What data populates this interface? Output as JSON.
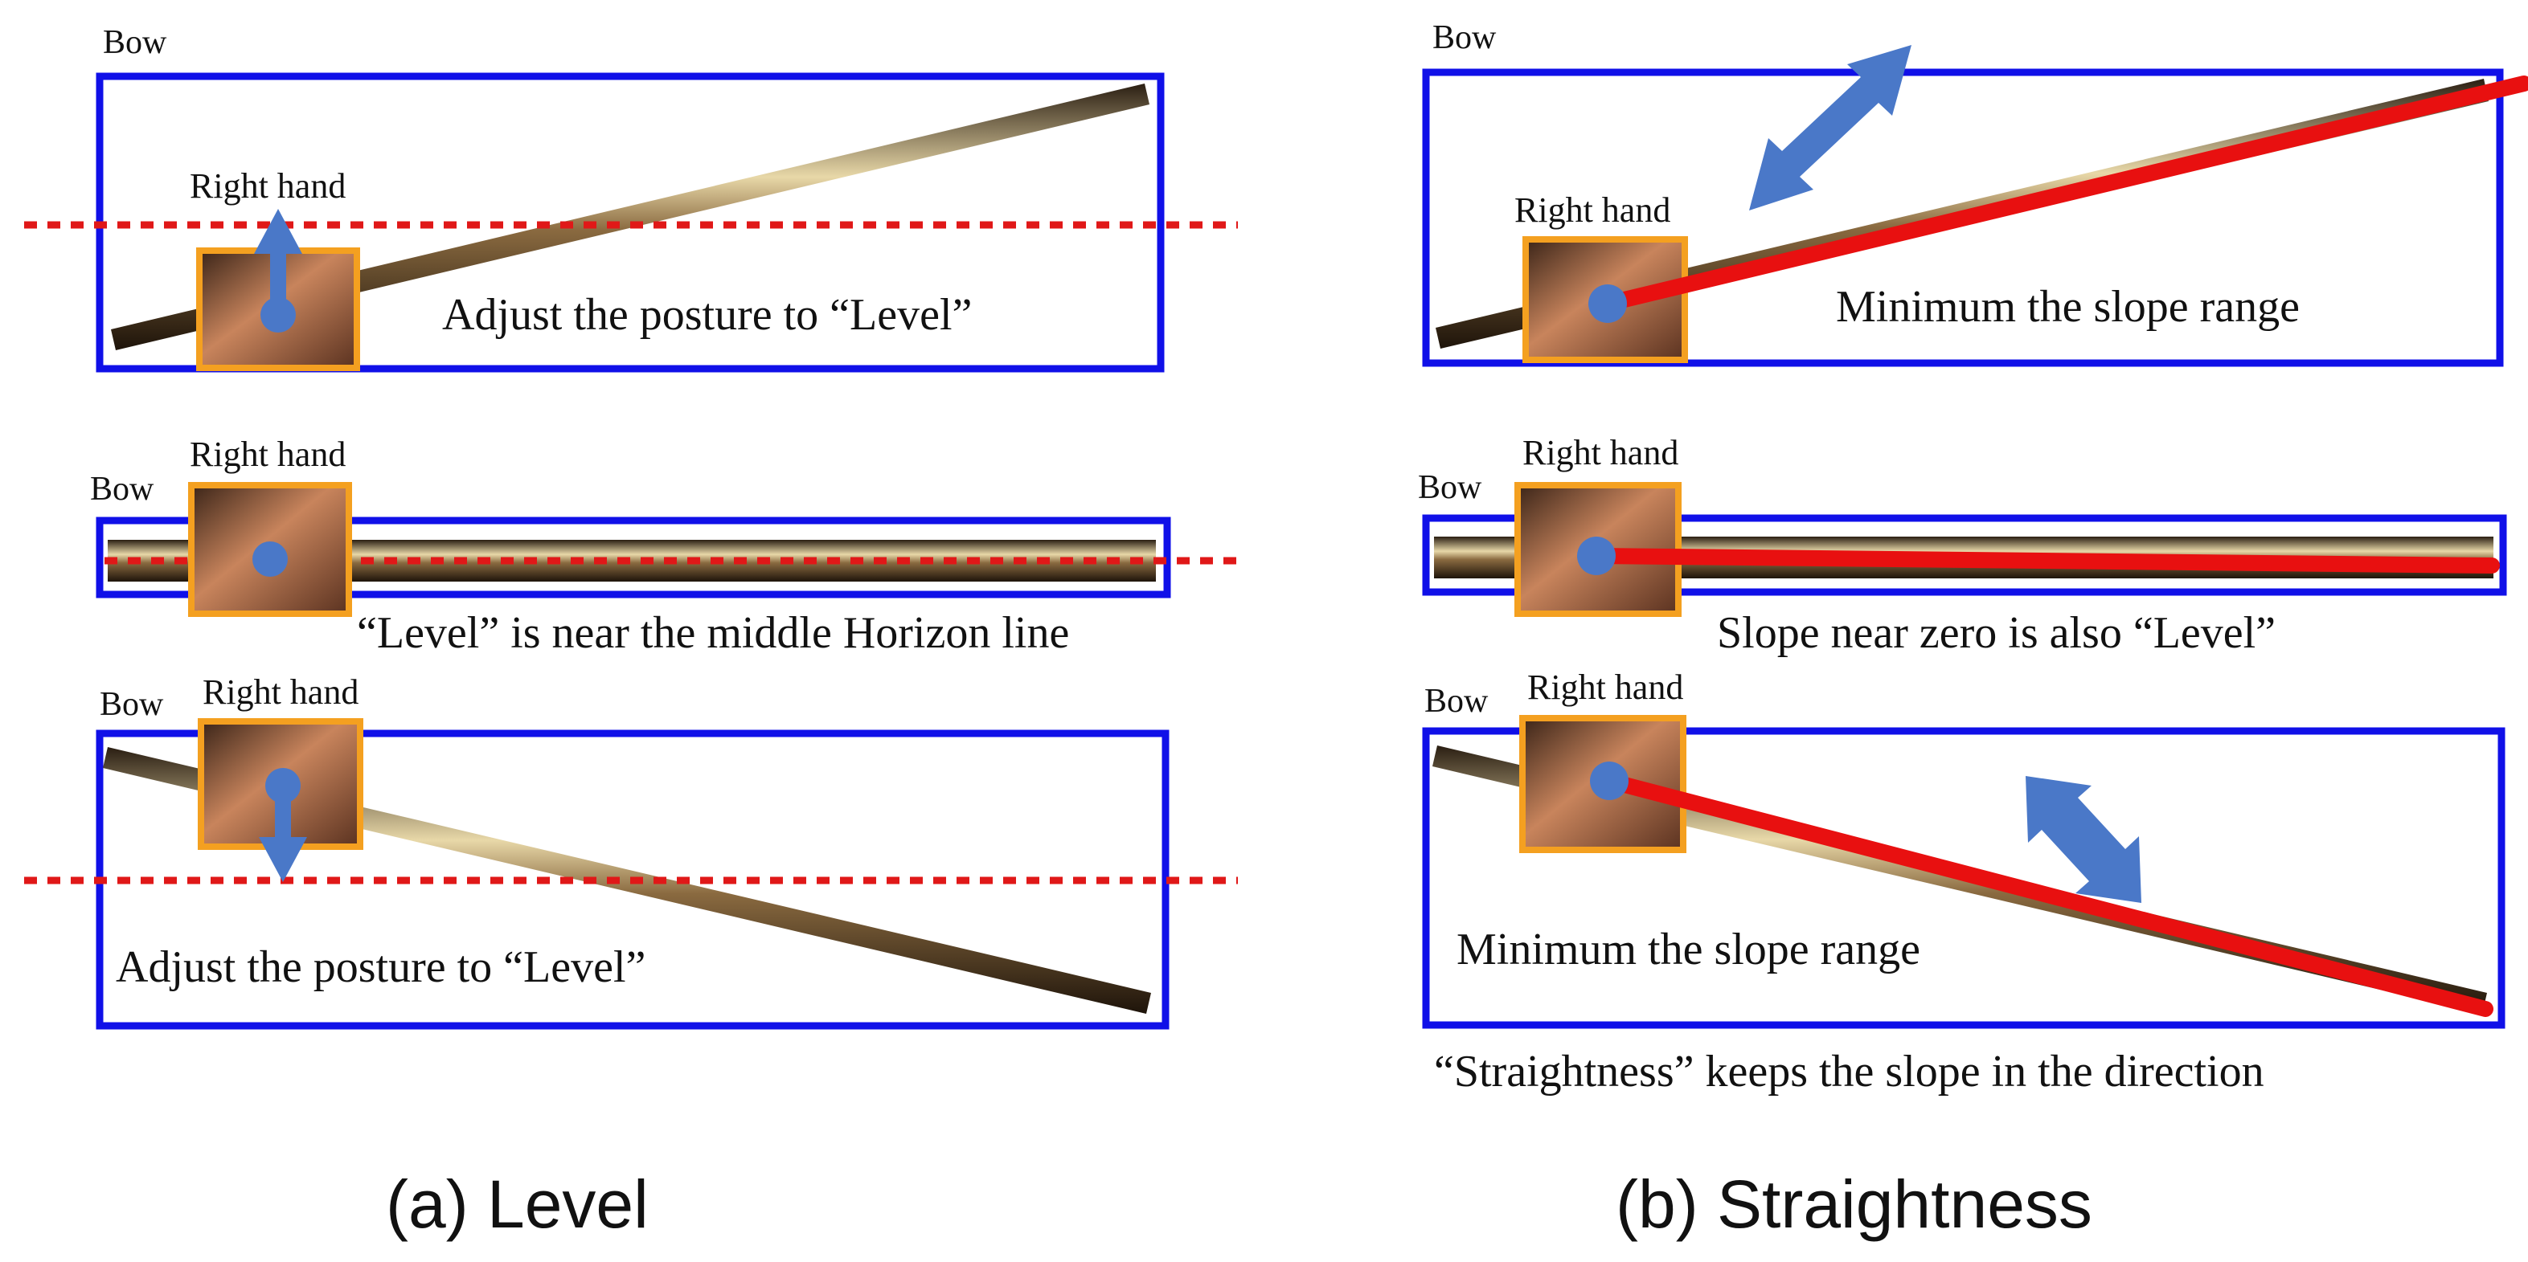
{
  "colors": {
    "frame_blue": "#1010e8",
    "hand_box_orange": "#f4a020",
    "horizon_red_dotted": "#e01818",
    "slope_line_red": "#e81010",
    "marker_blue": "#4a78c8",
    "bow_brown": "#4a3520",
    "bow_highlight": "#e8d8a8"
  },
  "level": {
    "caption": "(a) Level",
    "top": {
      "bow_label": "Bow",
      "hand_label": "Right hand",
      "note": "Adjust the posture to “Level”"
    },
    "middle": {
      "bow_label": "Bow",
      "hand_label": "Right hand",
      "note": "“Level” is near the  middle Horizon line"
    },
    "bottom": {
      "bow_label": "Bow",
      "hand_label": "Right hand",
      "note": "Adjust the posture to “Level”"
    }
  },
  "straightness": {
    "caption": "(b) Straightness",
    "top": {
      "bow_label": "Bow",
      "hand_label": "Right hand",
      "note": "Minimum the slope range"
    },
    "middle": {
      "bow_label": "Bow",
      "hand_label": "Right hand",
      "note": "Slope near zero is also “Level”"
    },
    "bottom": {
      "bow_label": "Bow",
      "hand_label": "Right hand",
      "note": "Minimum the slope range"
    },
    "footer_note": "“Straightness” keeps the slope in the direction"
  }
}
